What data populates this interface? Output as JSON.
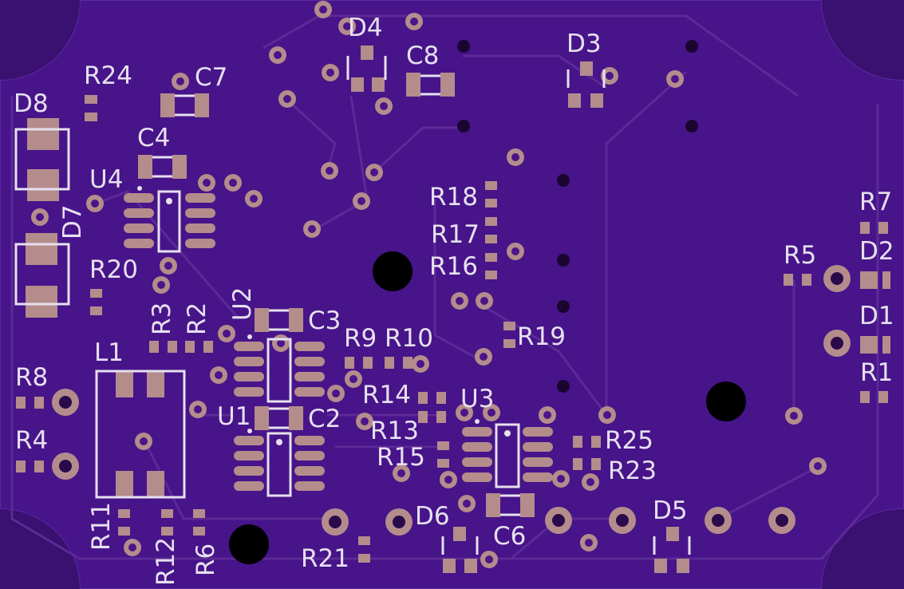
{
  "labels": {
    "D4": "D4",
    "C8": "C8",
    "D3": "D3",
    "R24": "R24",
    "C7": "C7",
    "D8": "D8",
    "C4": "C4",
    "U4": "U4",
    "D7": "D7",
    "R18": "R18",
    "R17": "R17",
    "R16": "R16",
    "R7": "R7",
    "R5": "R5",
    "D2": "D2",
    "D1": "D1",
    "R1": "R1",
    "R20": "R20",
    "R3": "R3",
    "R2": "R2",
    "U2": "U2",
    "C3": "C3",
    "R9": "R9",
    "R10": "R10",
    "R19": "R19",
    "L1": "L1",
    "R8": "R8",
    "R14": "R14",
    "U3": "U3",
    "U1": "U1",
    "C2": "C2",
    "R13": "R13",
    "R25": "R25",
    "R4": "R4",
    "R15": "R15",
    "R23": "R23",
    "R11": "R11",
    "R12": "R12",
    "R6": "R6",
    "D6": "D6",
    "C6": "C6",
    "D5": "D5",
    "R21": "R21"
  },
  "colors": {
    "board": "#3d1170",
    "pour": "#4a1589",
    "trace": "#5c2a96",
    "copper": "#b48c8c",
    "silk": "#e6e0ef",
    "hole": "#000000"
  }
}
